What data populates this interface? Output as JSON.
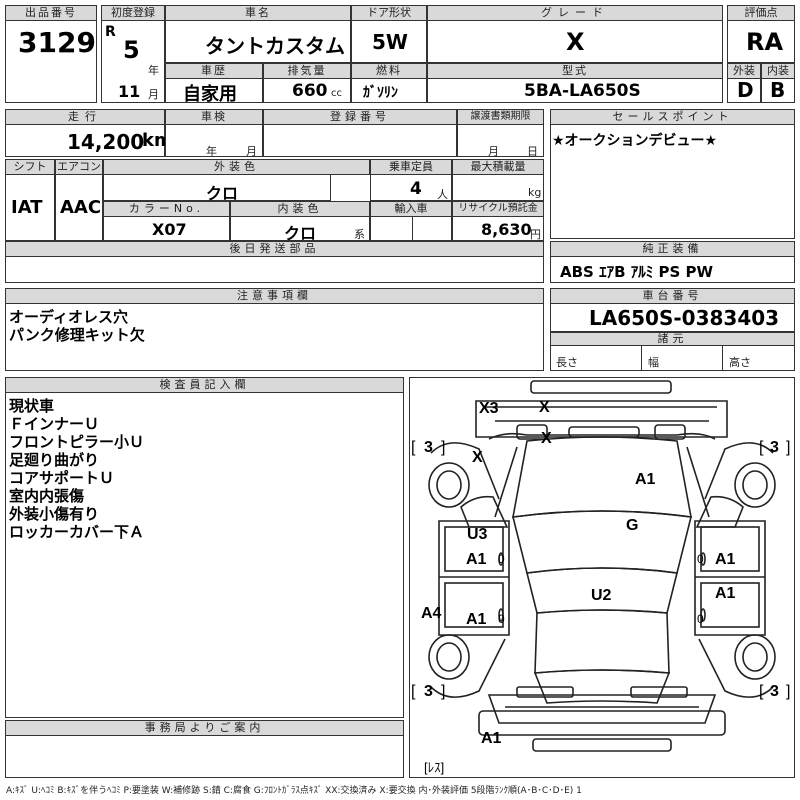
{
  "lot": {
    "label": "出品番号",
    "value": "3129"
  },
  "first_reg": {
    "label": "初度登録",
    "era": "R",
    "year": "5",
    "year_unit": "年",
    "month": "11",
    "month_unit": "月"
  },
  "car_name": {
    "label": "車名",
    "value": "タントカスタム"
  },
  "door": {
    "label": "ドア形状",
    "value": "5W"
  },
  "grade": {
    "label": "グレード",
    "value": "X"
  },
  "score": {
    "label": "評価点",
    "value": "RA"
  },
  "history": {
    "label": "車歴",
    "value": "自家用"
  },
  "displacement": {
    "label": "排気量",
    "value": "660",
    "unit": "cc"
  },
  "fuel": {
    "label": "燃料",
    "value": "ｶﾞｿﾘﾝ"
  },
  "model": {
    "label": "型式",
    "value": "5BA-LA650S"
  },
  "ext_grade": {
    "label": "外装",
    "value": "D"
  },
  "int_grade": {
    "label": "内装",
    "value": "B"
  },
  "mileage": {
    "label": "走行",
    "value": "14,200",
    "unit": "km"
  },
  "inspection": {
    "label": "車検",
    "year_unit": "年",
    "month_unit": "月"
  },
  "reg_no": {
    "label": "登録番号"
  },
  "transfer": {
    "label": "譲渡書類期限",
    "month_unit": "月",
    "day_unit": "日"
  },
  "sales_point": {
    "label": "セールスポイント",
    "value": "★オークションデビュー★"
  },
  "shift": {
    "label": "シフト",
    "value": "IAT"
  },
  "aircon": {
    "label": "エアコン",
    "value": "AAC"
  },
  "ext_color": {
    "label": "外装色",
    "value": "クロ"
  },
  "capacity": {
    "label": "乗車定員",
    "value": "4",
    "unit": "人"
  },
  "max_load": {
    "label": "最大積載量",
    "unit": "kg"
  },
  "color_no": {
    "label": "カラーNo.",
    "value": "X07"
  },
  "int_color": {
    "label": "内装色",
    "value": "クロ",
    "unit": "系"
  },
  "import": {
    "label": "輸入車"
  },
  "recycle": {
    "label": "リサイクル預託金",
    "value": "8,630",
    "unit": "円"
  },
  "later_parts": {
    "label": "後日発送部品"
  },
  "equipment": {
    "label": "純正装備",
    "value": "ABS ｴｱB ｱﾙﾐ PS PW"
  },
  "notes": {
    "label": "注意事項欄",
    "lines": "オーディオレス穴\nパンク修理キット欠"
  },
  "chassis": {
    "label": "車台番号",
    "value": "LA650S-0383403"
  },
  "specs": {
    "label": "諸元",
    "length": "長さ",
    "width": "幅",
    "height": "高さ"
  },
  "inspector": {
    "label": "検査員記入欄",
    "lines": "現状車\nＦインナーＵ\nフロントピラー小Ｕ\n足廻り曲がり\nコアサポートＵ\n室内内張傷\n外装小傷有り\nロッカーカバー下Ａ"
  },
  "office": {
    "label": "事務局よりご案内"
  },
  "diagram": {
    "x3": "X3",
    "x_front": "X",
    "x_glass": "X",
    "x_fender": "X",
    "a1_hood": "A1",
    "g_roof": "G",
    "u2": "U2",
    "u3": "U3",
    "a1_lf_door": "A1",
    "a1_lr_door": "A1",
    "a1_rf_door": "A1",
    "a1_rr_door": "A1",
    "a4": "A4",
    "a1_rear": "A1",
    "tire_lf": "3",
    "tire_rf": "3",
    "tire_lr": "3",
    "tire_rr": "3",
    "bracket_l": "[",
    "bracket_r": "]",
    "zero": "0",
    "reset": "[ﾚｽ]"
  },
  "legend": "A:ｷｽﾞ U:ﾍｺﾐ B:ｷｽﾞを伴うﾍｺﾐ P:要塗装 W:補修跡 S:錆 C:腐食 G:ﾌﾛﾝﾄｶﾞﾗｽ点ｷｽﾞ XX:交換済み X:要交換 内･外装評価 5段階ﾗﾝｸ順(A･B･C･D･E) 1"
}
